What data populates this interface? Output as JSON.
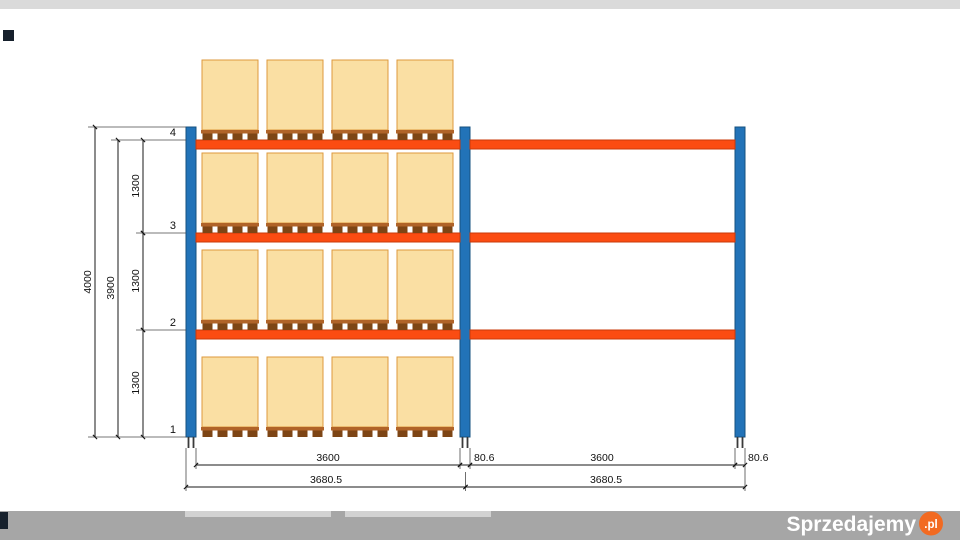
{
  "colors": {
    "upright_blue": "#2273b8",
    "upright_stroke": "#15507f",
    "beam_orange": "#fb4c12",
    "beam_stroke": "#c93a0a",
    "box_fill": "#fadfa3",
    "box_stroke": "#dd9a3e",
    "plank_brown": "#b06328",
    "block_brown": "#7d4515",
    "dim_color": "#1a1a1a",
    "bar_gray": "#a6a6a6",
    "bar_light": "#d2d2d2",
    "brand_orange": "#f26a21",
    "watermark_text": "#ffffff"
  },
  "dimensions": {
    "total_height": "4000",
    "beam_height": "3900",
    "spacing_top": "1300",
    "spacing_mid": "1300",
    "spacing_bottom": "1300",
    "levels": {
      "l4": "4",
      "l3": "3",
      "l2": "2",
      "l1": "1"
    },
    "bay1_clear": "3600",
    "upright_width_1": "80.6",
    "bay2_clear": "3600",
    "upright_width_2": "80.6",
    "bay1_pitch": "3680.5",
    "bay2_pitch": "3680.5"
  },
  "watermark": {
    "brand": "Sprzedajemy",
    "tld": ".pl"
  }
}
